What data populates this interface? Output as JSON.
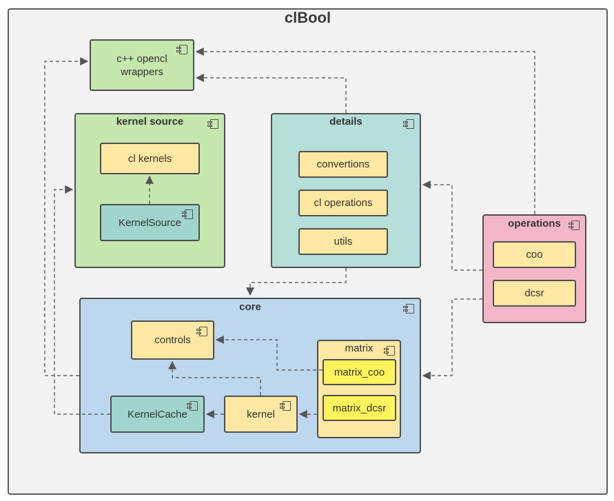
{
  "diagram": {
    "title": "clBool",
    "packages": {
      "kernel_source": "kernel source",
      "details": "details",
      "operations": "operations",
      "core": "core",
      "matrix": "matrix"
    },
    "components": {
      "cpp_wrappers": "c++ opencl\nwrappers",
      "cl_kernels": "cl kernels",
      "kernel_source_comp": "KernelSource",
      "convertions": "convertions",
      "cl_operations": "cl operations",
      "utils": "utils",
      "coo": "coo",
      "dcsr": "dcsr",
      "controls": "controls",
      "matrix_coo": "matrix_coo",
      "matrix_dcsr": "matrix_dcsr",
      "kernel": "kernel",
      "kernel_cache": "KernelCache"
    },
    "colors": {
      "green": "#c6e7ad",
      "teal": "#b5dfd8",
      "pink": "#f3b7c9",
      "blue": "#bcd7ee",
      "yellow": "#ffe8a3",
      "lemon": "#fff45c"
    }
  }
}
